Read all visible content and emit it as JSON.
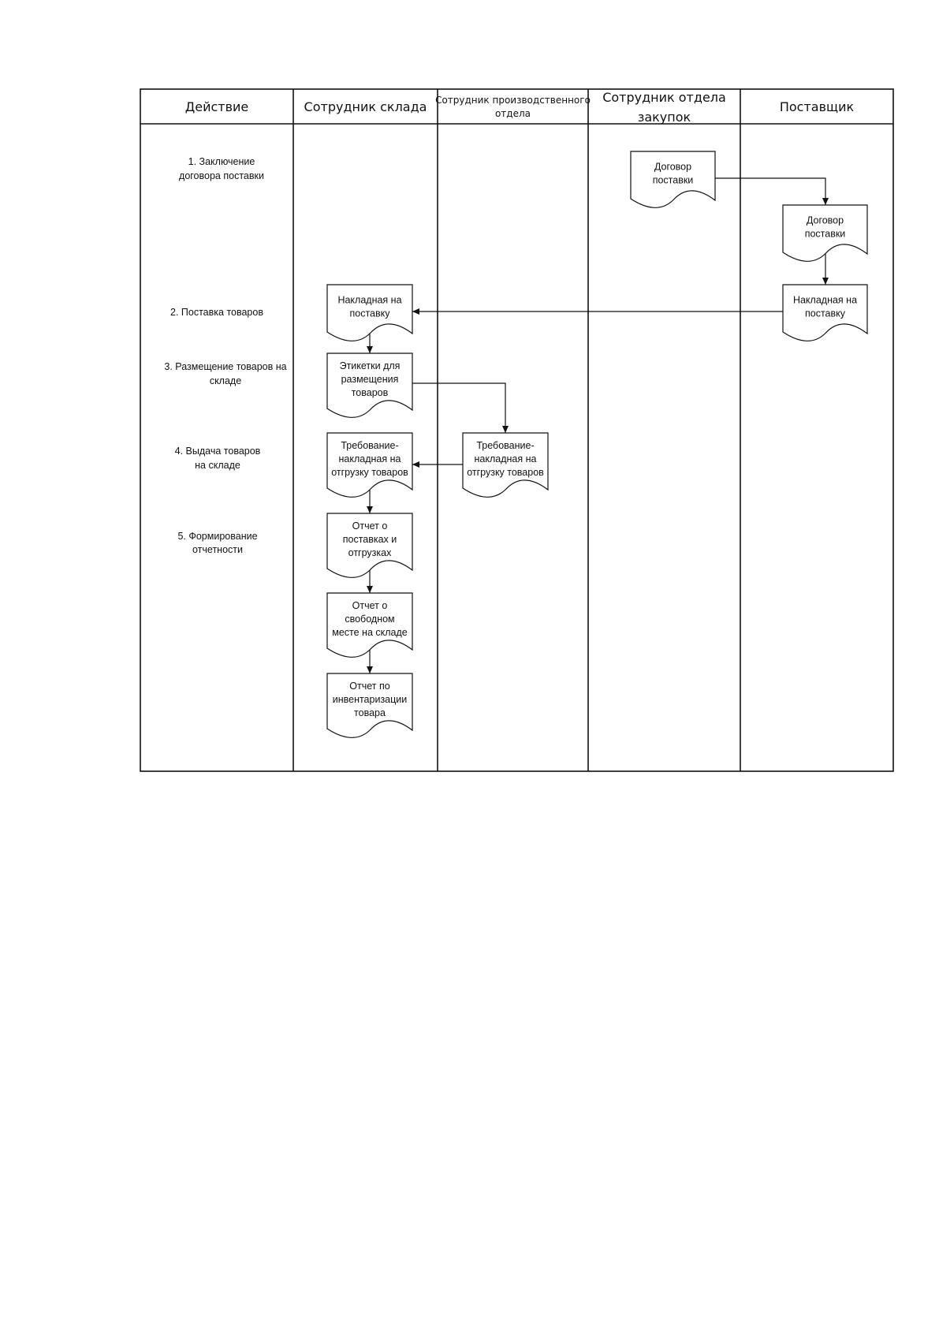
{
  "lanes": [
    {
      "id": "action",
      "title": [
        "Действие"
      ]
    },
    {
      "id": "warehouse",
      "title": [
        "Сотрудник склада"
      ]
    },
    {
      "id": "production",
      "title": [
        "Сотрудник производственного",
        "отдела"
      ]
    },
    {
      "id": "purchasing",
      "title": [
        "Сотрудник отдела",
        "закупок"
      ]
    },
    {
      "id": "supplier",
      "title": [
        "Поставщик"
      ]
    }
  ],
  "steps": [
    {
      "id": "s1",
      "lines": [
        "1. Заключение",
        "договора поставки"
      ]
    },
    {
      "id": "s2",
      "lines": [
        "2. Поставка товаров"
      ]
    },
    {
      "id": "s3",
      "lines": [
        "3. Размещение товаров на",
        "складе"
      ]
    },
    {
      "id": "s4",
      "lines": [
        "4. Выдача товаров",
        "на складе"
      ]
    },
    {
      "id": "s5",
      "lines": [
        "5. Формирование",
        "отчетности"
      ]
    }
  ],
  "documents": [
    {
      "id": "d-contract-purchasing",
      "lane": "purchasing",
      "lines": [
        "Договор",
        "поставки"
      ]
    },
    {
      "id": "d-contract-supplier",
      "lane": "supplier",
      "lines": [
        "Договор",
        "поставки"
      ]
    },
    {
      "id": "d-invoice-supplier",
      "lane": "supplier",
      "lines": [
        "Накладная на",
        "поставку"
      ]
    },
    {
      "id": "d-invoice-warehouse",
      "lane": "warehouse",
      "lines": [
        "Накладная на",
        "поставку"
      ]
    },
    {
      "id": "d-labels",
      "lane": "warehouse",
      "lines": [
        "Этикетки для",
        "размещения",
        "товаров"
      ]
    },
    {
      "id": "d-requisition-production",
      "lane": "production",
      "lines": [
        "Требование-",
        "накладная на",
        "отгрузку товаров"
      ]
    },
    {
      "id": "d-requisition-warehouse",
      "lane": "warehouse",
      "lines": [
        "Требование-",
        "накладная на",
        "отгрузку товаров"
      ]
    },
    {
      "id": "d-report-supplies",
      "lane": "warehouse",
      "lines": [
        "Отчет о",
        "поставках и",
        "отгрузках"
      ]
    },
    {
      "id": "d-report-space",
      "lane": "warehouse",
      "lines": [
        "Отчет о",
        "свободном",
        "месте на складе"
      ]
    },
    {
      "id": "d-report-inventory",
      "lane": "warehouse",
      "lines": [
        "Отчет по",
        "инвентаризации",
        "товара"
      ]
    }
  ],
  "connectors": [
    {
      "from": "d-contract-purchasing",
      "to": "d-contract-supplier"
    },
    {
      "from": "d-contract-supplier",
      "to": "d-invoice-supplier"
    },
    {
      "from": "d-invoice-supplier",
      "to": "d-invoice-warehouse"
    },
    {
      "from": "d-invoice-warehouse",
      "to": "d-labels"
    },
    {
      "from": "d-labels",
      "to": "d-requisition-production"
    },
    {
      "from": "d-requisition-production",
      "to": "d-requisition-warehouse"
    },
    {
      "from": "d-requisition-warehouse",
      "to": "d-report-supplies"
    },
    {
      "from": "d-report-supplies",
      "to": "d-report-space"
    },
    {
      "from": "d-report-space",
      "to": "d-report-inventory"
    }
  ]
}
